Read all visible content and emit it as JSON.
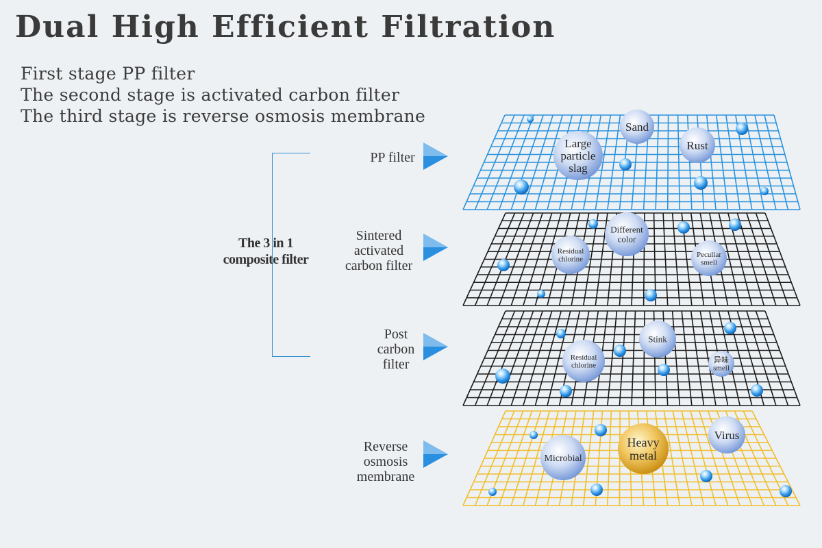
{
  "title": "Dual High Efficient Filtration",
  "intro": [
    "First stage PP filter",
    "The second stage is activated carbon filter",
    "The third stage is reverse osmosis membrane"
  ],
  "composite_label": [
    "The 3 in 1",
    "composite filter"
  ],
  "colors": {
    "background": "#eef1f4",
    "pp_grid": "#2a93dd",
    "carbon_grid": "#1a1a1a",
    "ro_grid": "#f0bd2a",
    "bracket": "#2e8ccf",
    "arrow": "#2b8fe0"
  },
  "layers": [
    {
      "label": [
        "PP filter"
      ],
      "grid_color": "#2a93dd",
      "bubbles": [
        {
          "text": [
            "Large",
            "particle",
            "slag"
          ],
          "font": 17
        },
        {
          "text": [
            "Sand"
          ],
          "font": 17
        },
        {
          "text": [
            "Rust"
          ],
          "font": 17
        }
      ]
    },
    {
      "label": [
        "Sintered",
        "activated",
        "carbon filter"
      ],
      "grid_color": "#1a1a1a",
      "bubbles": [
        {
          "text": [
            "Residual",
            "chlorine"
          ],
          "font": 11
        },
        {
          "text": [
            "Different",
            "color"
          ],
          "font": 13
        },
        {
          "text": [
            "Peculiar",
            "smell"
          ],
          "font": 11
        }
      ]
    },
    {
      "label": [
        "Post",
        "carbon",
        "filter"
      ],
      "grid_color": "#1a1a1a",
      "bubbles": [
        {
          "text": [
            "Residual",
            "chlorine"
          ],
          "font": 11
        },
        {
          "text": [
            "Stink"
          ],
          "font": 13
        },
        {
          "text": [
            "异味",
            "smell"
          ],
          "font": 11
        }
      ]
    },
    {
      "label": [
        "Reverse",
        "osmosis",
        "membrane"
      ],
      "grid_color": "#f0bd2a",
      "bubbles": [
        {
          "text": [
            "Microbial"
          ],
          "font": 14,
          "gold": false
        },
        {
          "text": [
            "Heavy",
            "metal"
          ],
          "font": 18,
          "gold": true
        },
        {
          "text": [
            "Virus"
          ],
          "font": 17,
          "gold": false
        }
      ]
    }
  ]
}
